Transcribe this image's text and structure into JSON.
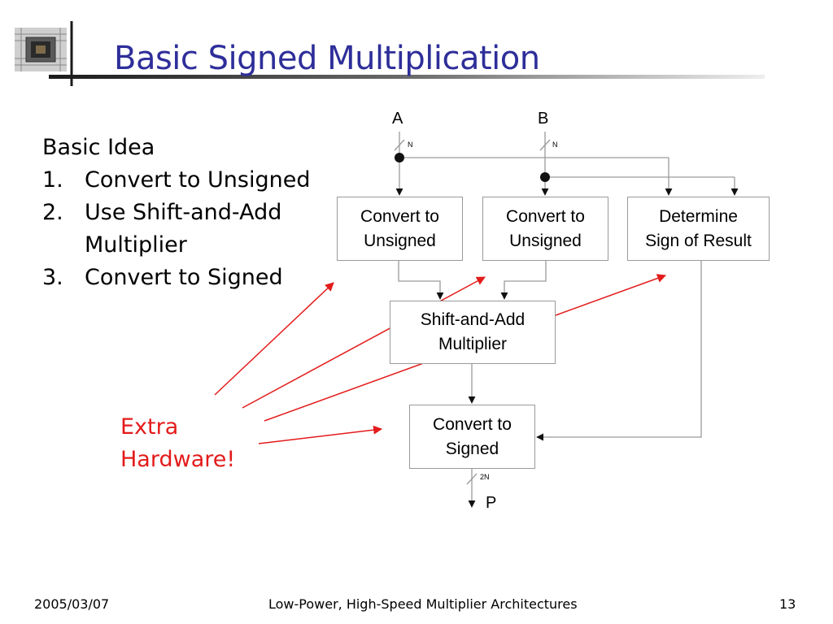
{
  "slide": {
    "title": "Basic Signed Multiplication",
    "bullets": {
      "heading": "Basic Idea",
      "items": [
        {
          "num": "1.",
          "lines": [
            "Convert to Unsigned"
          ]
        },
        {
          "num": "2.",
          "lines": [
            "Use Shift-and-Add",
            "Multiplier"
          ]
        },
        {
          "num": "3.",
          "lines": [
            "Convert to Signed"
          ]
        }
      ]
    },
    "annotation": {
      "lines": [
        "Extra",
        "Hardware!"
      ],
      "color": "#e31b1b"
    }
  },
  "diagram": {
    "inputs": {
      "a": "A",
      "b": "B"
    },
    "output": "P",
    "bus_widths": {
      "a": "N",
      "b": "N",
      "p": "2N"
    },
    "boxes": {
      "convert_a": [
        "Convert to",
        "Unsigned"
      ],
      "convert_b": [
        "Convert to",
        "Unsigned"
      ],
      "sign": [
        "Determine",
        "Sign of Result"
      ],
      "multiplier": [
        "Shift-and-Add",
        "Multiplier"
      ],
      "convert_signed": [
        "Convert to",
        "Signed"
      ]
    }
  },
  "footer": {
    "date": "2005/03/07",
    "title": "Low-Power, High-Speed Multiplier Architectures",
    "page": "13"
  },
  "colors": {
    "title": "#2e2e9a",
    "arrow_red": "#e31b1b",
    "wire": "#9a9a9a"
  },
  "icons": {
    "logo": "chip-icon"
  }
}
